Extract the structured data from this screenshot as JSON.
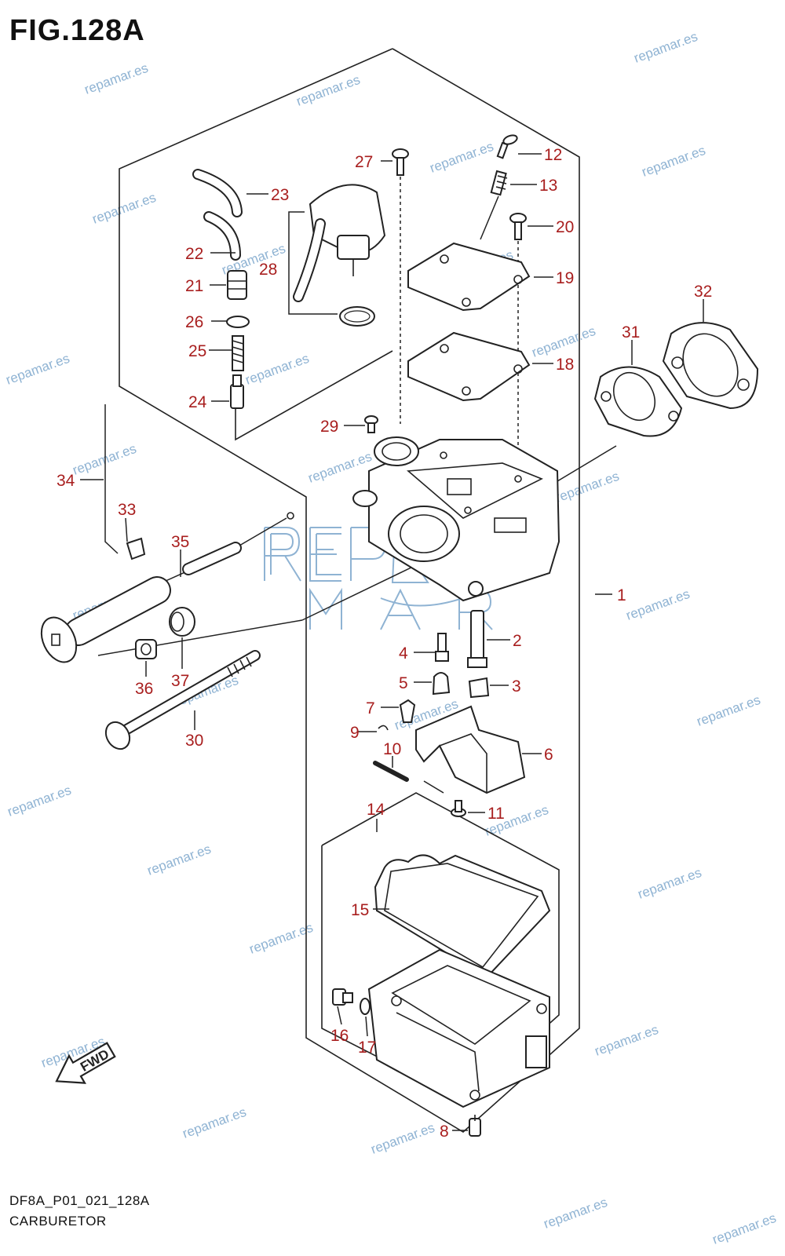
{
  "figure": {
    "title": "FIG.128A",
    "code": "DF8A_P01_021_128A",
    "name": "CARBURETOR"
  },
  "watermark": {
    "text": "repamar.es",
    "logo_text": "REPAMAR",
    "color": "#8fb3d3"
  },
  "fwd_label": "FWD",
  "colors": {
    "part_number": "#a81e1e",
    "outline": "#222222"
  },
  "callouts": [
    "1",
    "2",
    "3",
    "4",
    "5",
    "6",
    "7",
    "8",
    "9",
    "10",
    "11",
    "12",
    "13",
    "14",
    "15",
    "16",
    "17",
    "18",
    "19",
    "20",
    "21",
    "22",
    "23",
    "24",
    "25",
    "26",
    "27",
    "28",
    "29",
    "30",
    "31",
    "32",
    "33",
    "34",
    "35",
    "36",
    "37"
  ]
}
